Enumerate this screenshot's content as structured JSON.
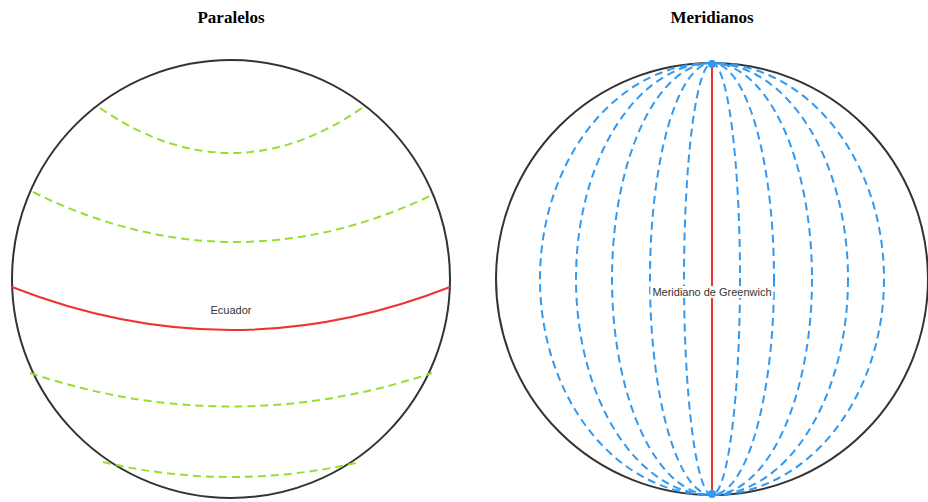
{
  "diagram": {
    "labels": [
      "Paralelos",
      "Meridianos",
      "Ecuador",
      "Meridiano de Greenwich"
    ]
  }
}
